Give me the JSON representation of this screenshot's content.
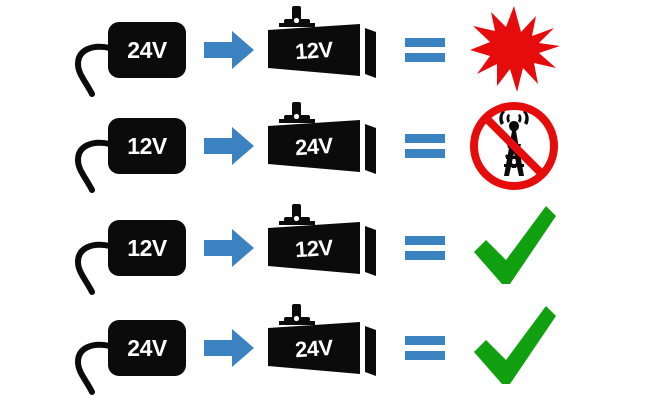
{
  "diagram": {
    "title": "Power supply voltage to camera voltage compatibility chart",
    "colors": {
      "device_black": "#0b0b0b",
      "arrow_blue": "#3b83c0",
      "equals_blue": "#3b83c0",
      "error_red": "#e60c0c",
      "ok_green": "#10a010",
      "label_white": "#ffffff",
      "background": "#ffffff"
    },
    "columns": [
      {
        "name": "power-supply",
        "label": "power supply adapter"
      },
      {
        "name": "arrow",
        "label": "arrow right"
      },
      {
        "name": "camera",
        "label": "security camera"
      },
      {
        "name": "equals",
        "label": "equals"
      },
      {
        "name": "result",
        "label": "result"
      }
    ],
    "rows": [
      {
        "id": "row-1",
        "supply_voltage": "24V",
        "camera_voltage": "12V",
        "arrow_icon": "arrow-right-icon",
        "equals_icon": "equals-icon",
        "result_icon": "explosion-icon",
        "result_name": "damage",
        "result_color": "#e60c0c"
      },
      {
        "id": "row-2",
        "supply_voltage": "12V",
        "camera_voltage": "24V",
        "arrow_icon": "arrow-right-icon",
        "equals_icon": "equals-icon",
        "result_icon": "no-signal-icon",
        "result_name": "no signal",
        "result_color": "#e60c0c"
      },
      {
        "id": "row-3",
        "supply_voltage": "12V",
        "camera_voltage": "12V",
        "arrow_icon": "arrow-right-icon",
        "equals_icon": "equals-icon",
        "result_icon": "checkmark-icon",
        "result_name": "works",
        "result_color": "#10a010"
      },
      {
        "id": "row-4",
        "supply_voltage": "24V",
        "camera_voltage": "24V",
        "arrow_icon": "arrow-right-icon",
        "equals_icon": "equals-icon",
        "result_icon": "checkmark-icon",
        "result_name": "works",
        "result_color": "#10a010"
      }
    ]
  }
}
